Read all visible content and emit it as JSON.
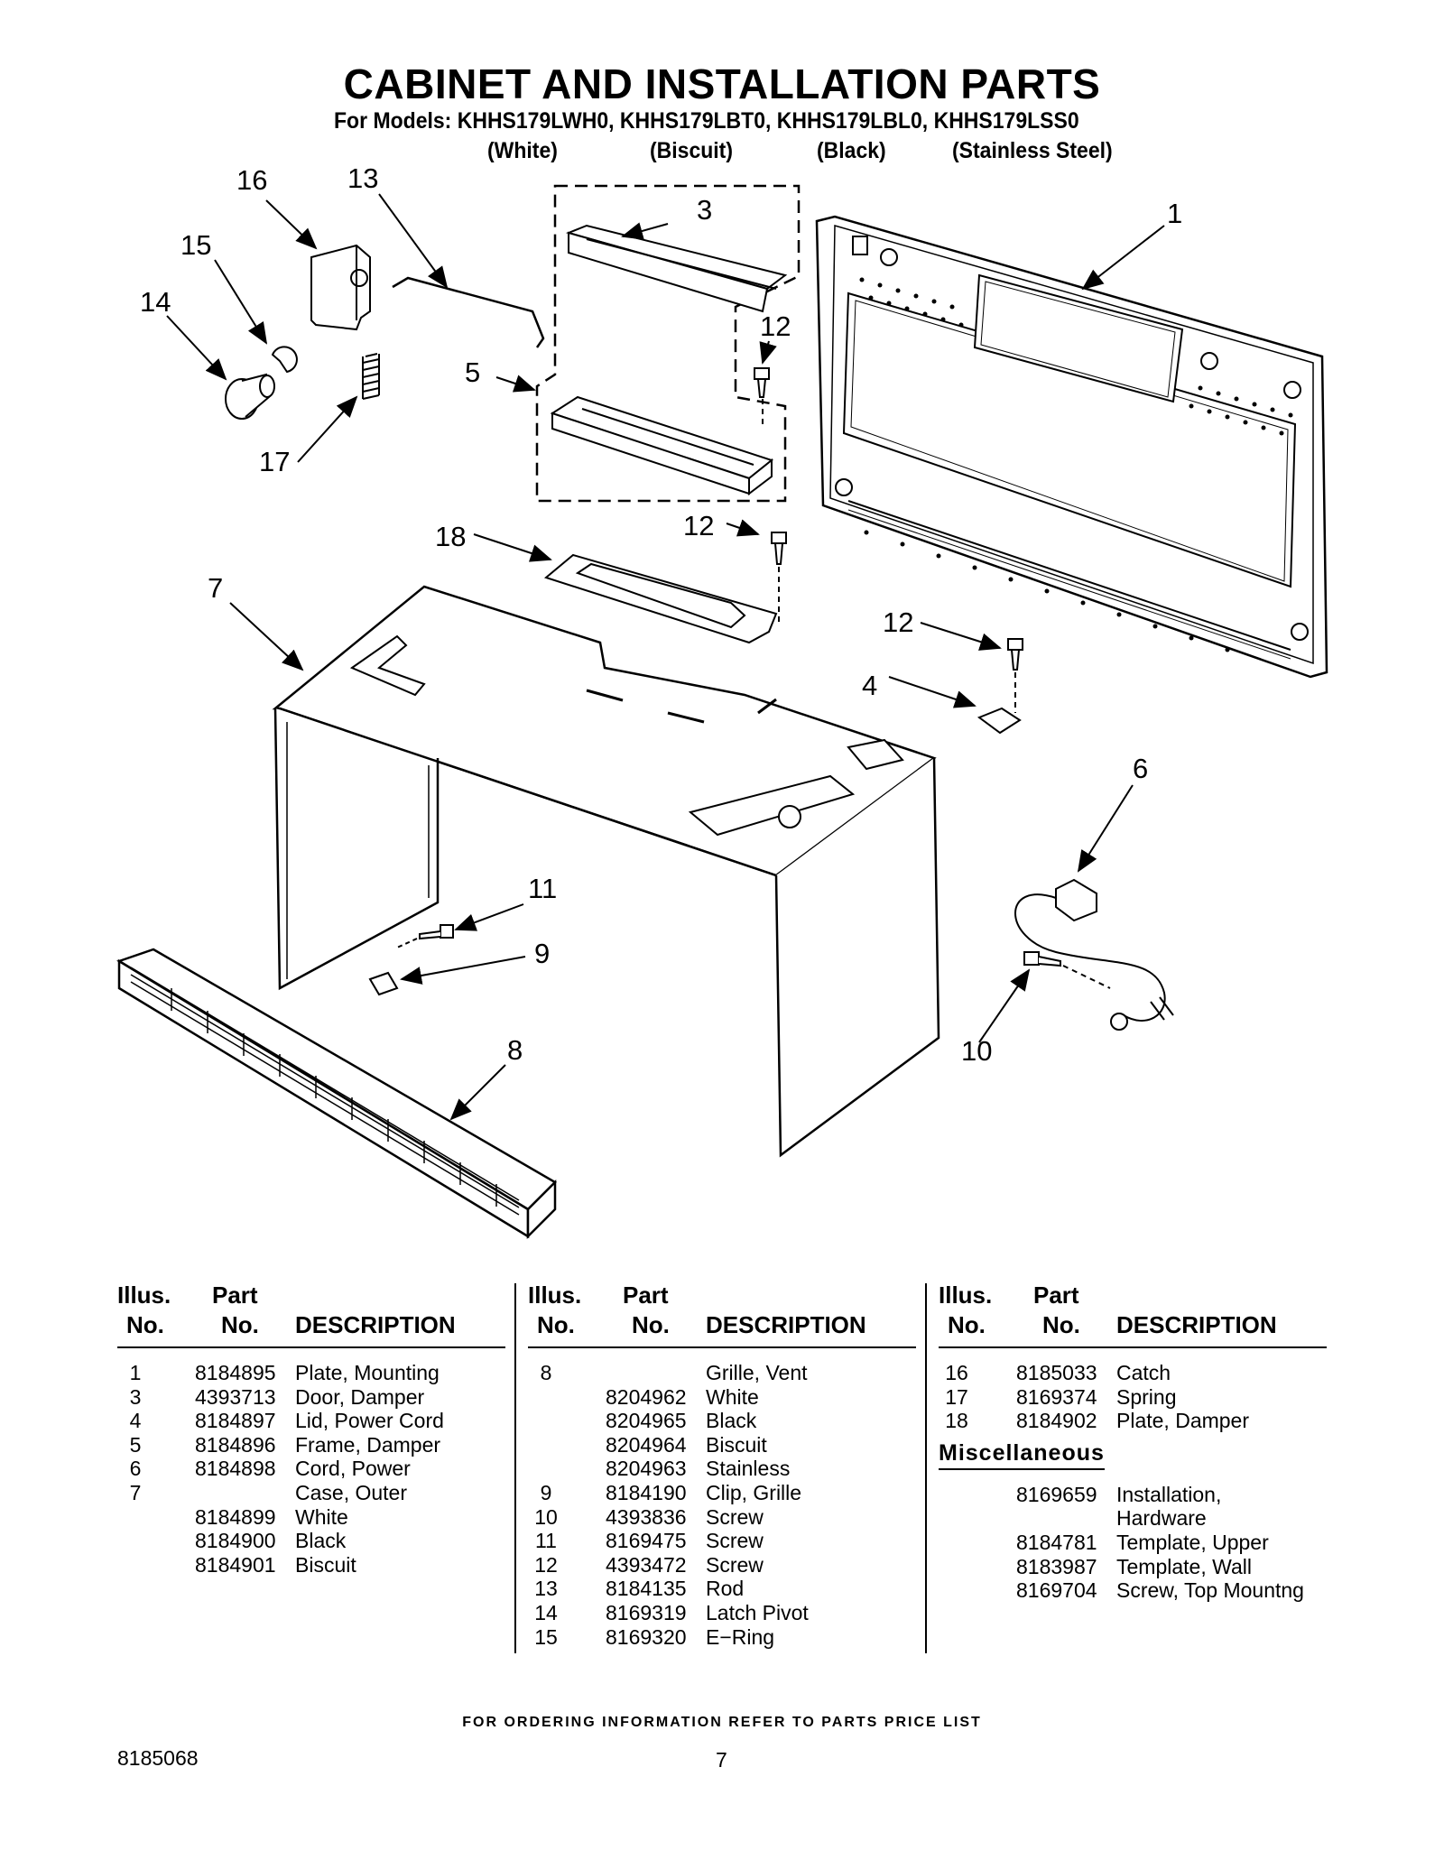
{
  "title": "CABINET AND INSTALLATION PARTS",
  "models_line": "For Models: KHHS179LWH0, KHHS179LBT0, KHHS179LBL0, KHHS179LSS0",
  "variants": [
    "(White)",
    "(Biscuit)",
    "(Black)",
    "(Stainless Steel)"
  ],
  "callouts": [
    "1",
    "3",
    "4",
    "5",
    "6",
    "7",
    "8",
    "9",
    "10",
    "11",
    "12",
    "12",
    "12",
    "13",
    "14",
    "15",
    "16",
    "17",
    "18"
  ],
  "columns": [
    {
      "headers": {
        "illus": [
          "Illus.",
          "No."
        ],
        "part": [
          "Part",
          "No."
        ],
        "desc": "DESCRIPTION"
      },
      "rows": [
        [
          "1",
          "8184895",
          "Plate, Mounting"
        ],
        [
          "3",
          "4393713",
          "Door, Damper"
        ],
        [
          "4",
          "8184897",
          "Lid, Power Cord"
        ],
        [
          "5",
          "8184896",
          "Frame, Damper"
        ],
        [
          "6",
          "8184898",
          "Cord, Power"
        ],
        [
          "7",
          "",
          "Case, Outer"
        ],
        [
          "",
          "8184899",
          "White"
        ],
        [
          "",
          "8184900",
          "Black"
        ],
        [
          "",
          "8184901",
          "Biscuit"
        ]
      ]
    },
    {
      "headers": {
        "illus": [
          "Illus.",
          "No."
        ],
        "part": [
          "Part",
          "No."
        ],
        "desc": "DESCRIPTION"
      },
      "rows": [
        [
          "8",
          "",
          "Grille, Vent"
        ],
        [
          "",
          "8204962",
          "White"
        ],
        [
          "",
          "8204965",
          "Black"
        ],
        [
          "",
          "8204964",
          "Biscuit"
        ],
        [
          "",
          "8204963",
          "Stainless"
        ],
        [
          "9",
          "8184190",
          "Clip, Grille"
        ],
        [
          "10",
          "4393836",
          "Screw"
        ],
        [
          "11",
          "8169475",
          "Screw"
        ],
        [
          "12",
          "4393472",
          "Screw"
        ],
        [
          "13",
          "8184135",
          "Rod"
        ],
        [
          "14",
          "8169319",
          "Latch Pivot"
        ],
        [
          "15",
          "8169320",
          "E−Ring"
        ]
      ]
    },
    {
      "headers": {
        "illus": [
          "Illus.",
          "No."
        ],
        "part": [
          "Part",
          "No."
        ],
        "desc": "DESCRIPTION"
      },
      "rows": [
        [
          "16",
          "8185033",
          "Catch"
        ],
        [
          "17",
          "8169374",
          "Spring"
        ],
        [
          "18",
          "8184902",
          "Plate, Damper"
        ]
      ],
      "misc_title": "Miscellaneous",
      "misc_rows": [
        [
          "",
          "8169659",
          "Installation,"
        ],
        [
          "",
          "",
          "Hardware"
        ],
        [
          "",
          "8184781",
          "Template, Upper"
        ],
        [
          "",
          "8183987",
          "Template, Wall"
        ],
        [
          "",
          "8169704",
          "Screw, Top Mountng"
        ]
      ]
    }
  ],
  "footer": "FOR ORDERING INFORMATION REFER TO PARTS PRICE LIST",
  "doc_number": "8185068",
  "page_number": "7"
}
